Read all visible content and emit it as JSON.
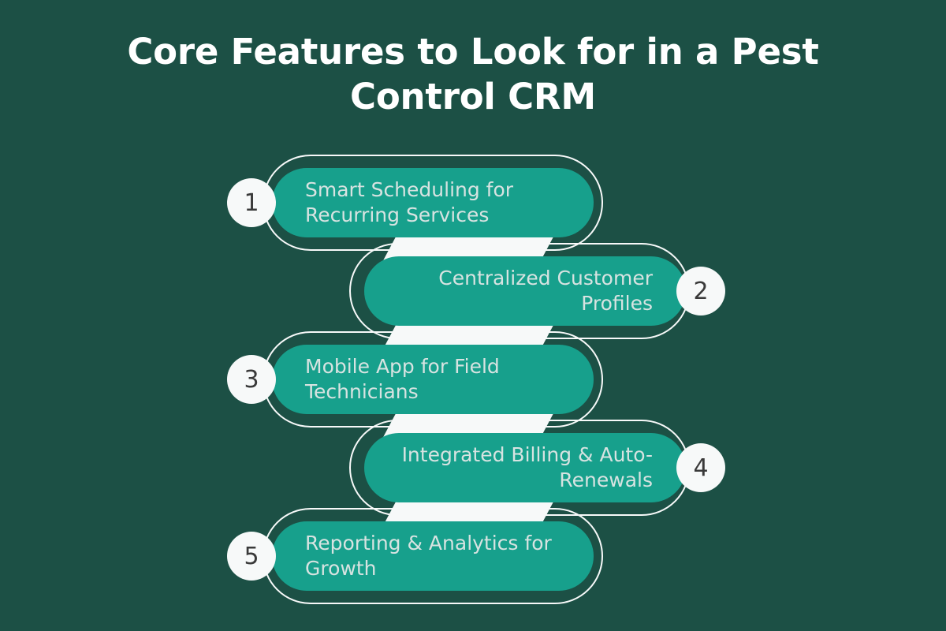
{
  "title": "Core Features to Look for in a Pest Control CRM",
  "colors": {
    "background": "#1C5045",
    "pill": "#17A08C",
    "frame_outline": "#F7F9F9",
    "badge_background": "#F7F9F9",
    "badge_number": "#3A3A3A",
    "pill_text": "#D7E3E1",
    "title_text": "#FFFFFF",
    "ribbon": "#F7F9F9"
  },
  "steps": [
    {
      "number": "1",
      "label": "Smart Scheduling for Recurring Services",
      "side": "left"
    },
    {
      "number": "2",
      "label": "Centralized Customer Profiles",
      "side": "right"
    },
    {
      "number": "3",
      "label": "Mobile App for Field Technicians",
      "side": "left"
    },
    {
      "number": "4",
      "label": "Integrated Billing & Auto-Renewals",
      "side": "right"
    },
    {
      "number": "5",
      "label": "Reporting & Analytics for Growth",
      "side": "left"
    }
  ]
}
